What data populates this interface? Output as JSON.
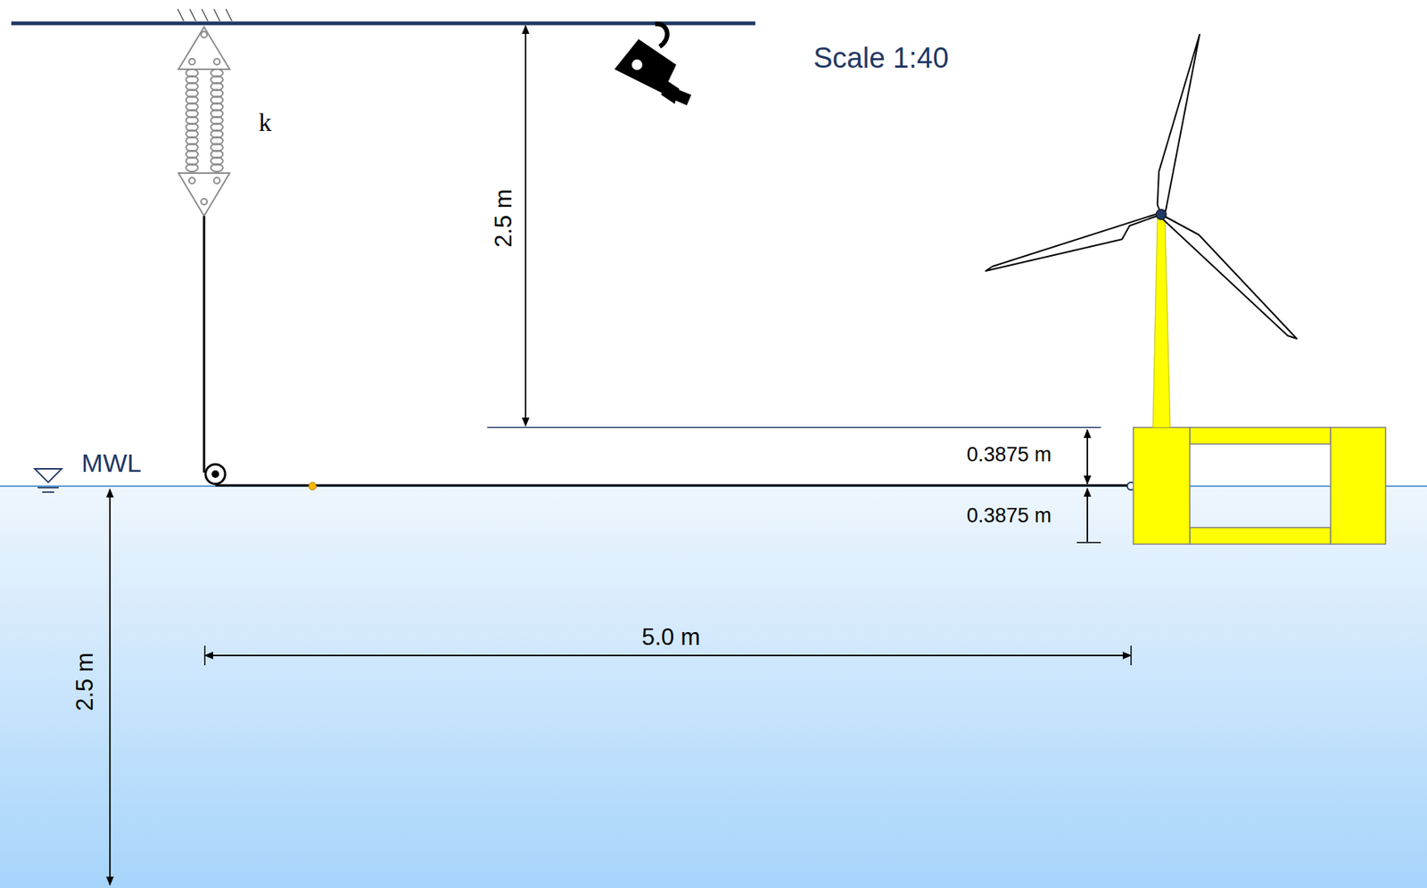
{
  "diagram": {
    "labels": [
      "Scale 1:40",
      "k",
      "2.5 m",
      "0.3875 m",
      "0.3875 m",
      "MWL",
      "5.0 m",
      "2.5 m"
    ]
  }
}
